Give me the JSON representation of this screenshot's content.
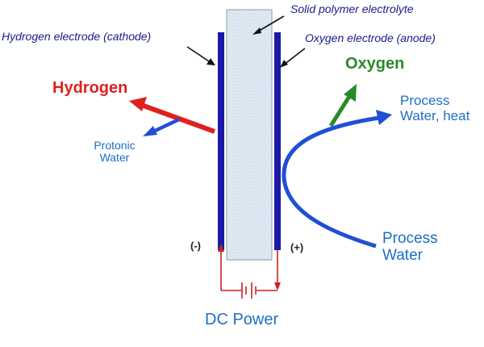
{
  "labels": {
    "solid_polymer_electrolyte": "Solid polymer electrolyte",
    "hydrogen_electrode": "Hydrogen electrode (cathode)",
    "oxygen_electrode": "Oxygen electrode (anode)",
    "hydrogen": "Hydrogen",
    "oxygen": "Oxygen",
    "protonic_water_line1": "Protonic",
    "protonic_water_line2": "Water",
    "process_water_heat_line1": "Process",
    "process_water_heat_line2": "Water, heat",
    "process_water_line1": "Process",
    "process_water_line2": "Water",
    "minus": "(-)",
    "plus": "(+)",
    "dc_power": "DC Power"
  },
  "colors": {
    "electrode": "#1a1aa6",
    "electrolyte_fill": "#dfe9f3",
    "hydrogen_arrow": "#e02020",
    "oxygen_arrow": "#2a8a2a",
    "water_arrow": "#1f4fd6",
    "circuit": "#cc2222",
    "text_blue": "#1e6fc7"
  }
}
